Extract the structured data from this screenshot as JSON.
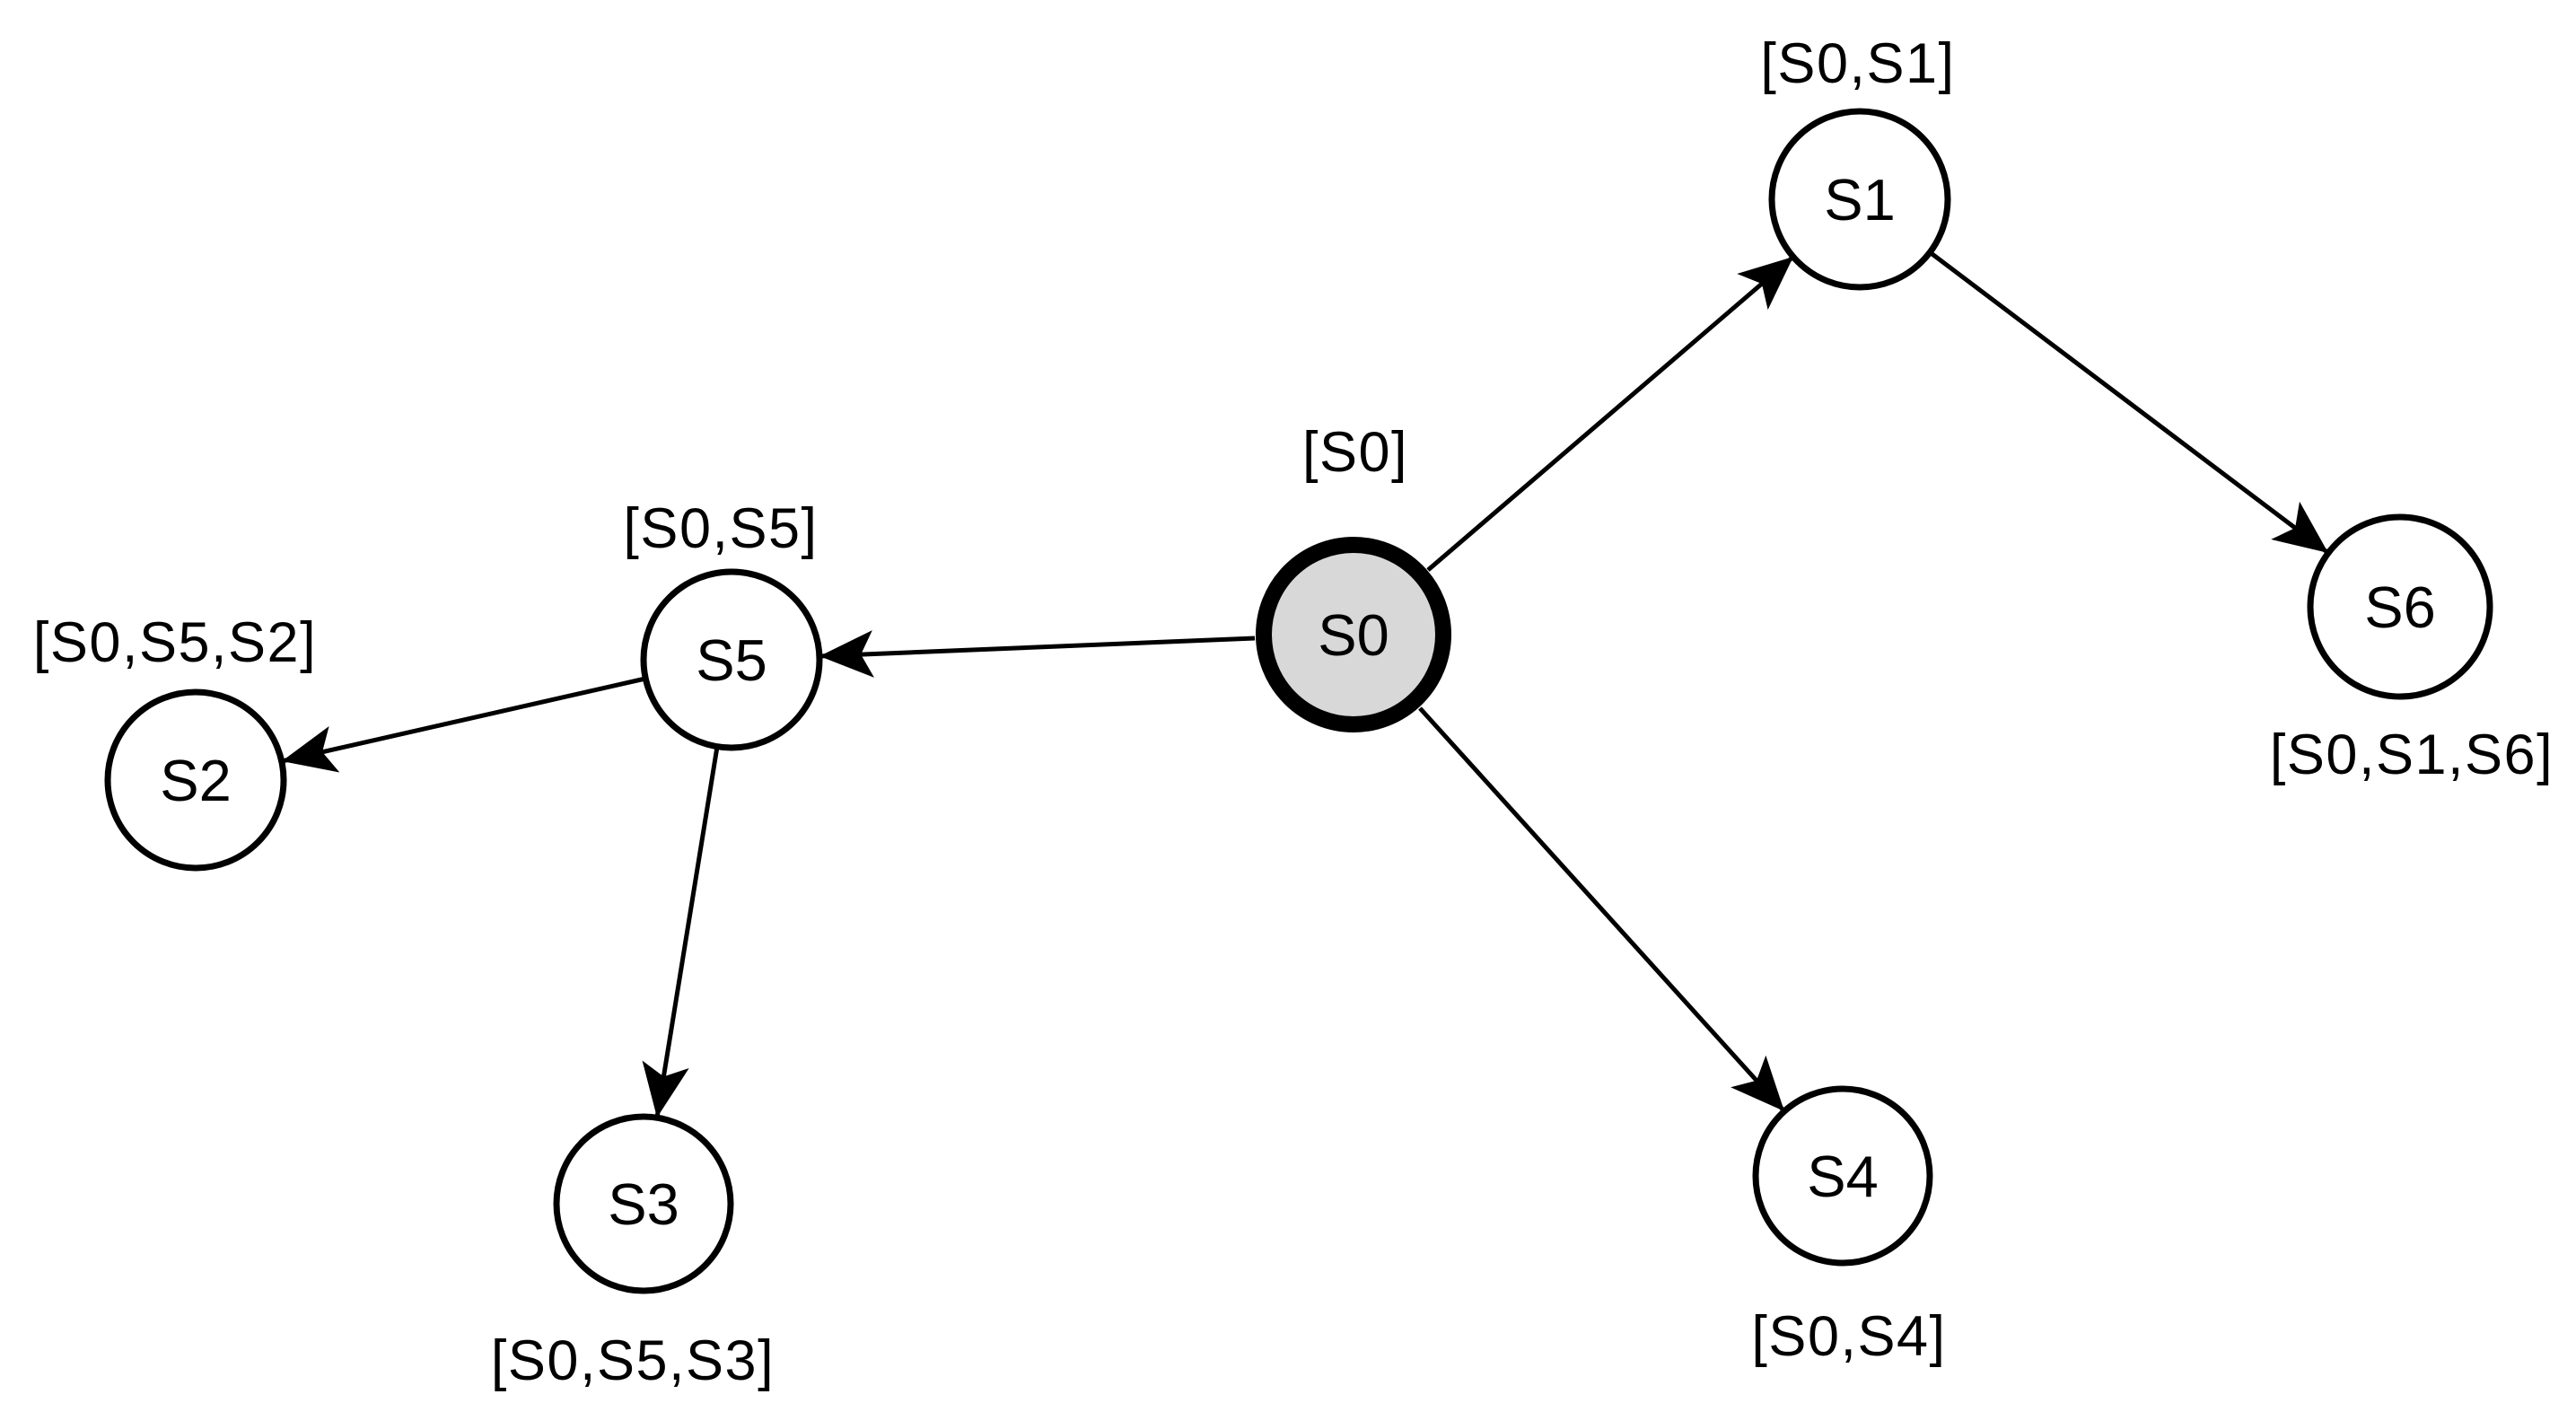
{
  "figure": {
    "type": "directed-graph",
    "background": "#ffffff",
    "colors": {
      "edge": "#000000",
      "node_outline": "#000000",
      "node_fill": "#ffffff",
      "start_node_fill": "#d8d8d8",
      "text": "#000000"
    },
    "nodes": [
      {
        "id": "S0",
        "label": "S0",
        "path_label": "[S0]",
        "is_start": true
      },
      {
        "id": "S1",
        "label": "S1",
        "path_label": "[S0,S1]",
        "is_start": false
      },
      {
        "id": "S2",
        "label": "S2",
        "path_label": "[S0,S5,S2]",
        "is_start": false
      },
      {
        "id": "S3",
        "label": "S3",
        "path_label": "[S0,S5,S3]",
        "is_start": false
      },
      {
        "id": "S4",
        "label": "S4",
        "path_label": "[S0,S4]",
        "is_start": false
      },
      {
        "id": "S5",
        "label": "S5",
        "path_label": "[S0,S5]",
        "is_start": false
      },
      {
        "id": "S6",
        "label": "S6",
        "path_label": "[S0,S1,S6]",
        "is_start": false
      }
    ],
    "edges": [
      {
        "from": "S0",
        "to": "S1"
      },
      {
        "from": "S0",
        "to": "S5"
      },
      {
        "from": "S0",
        "to": "S4"
      },
      {
        "from": "S1",
        "to": "S6"
      },
      {
        "from": "S5",
        "to": "S2"
      },
      {
        "from": "S5",
        "to": "S3"
      }
    ]
  }
}
